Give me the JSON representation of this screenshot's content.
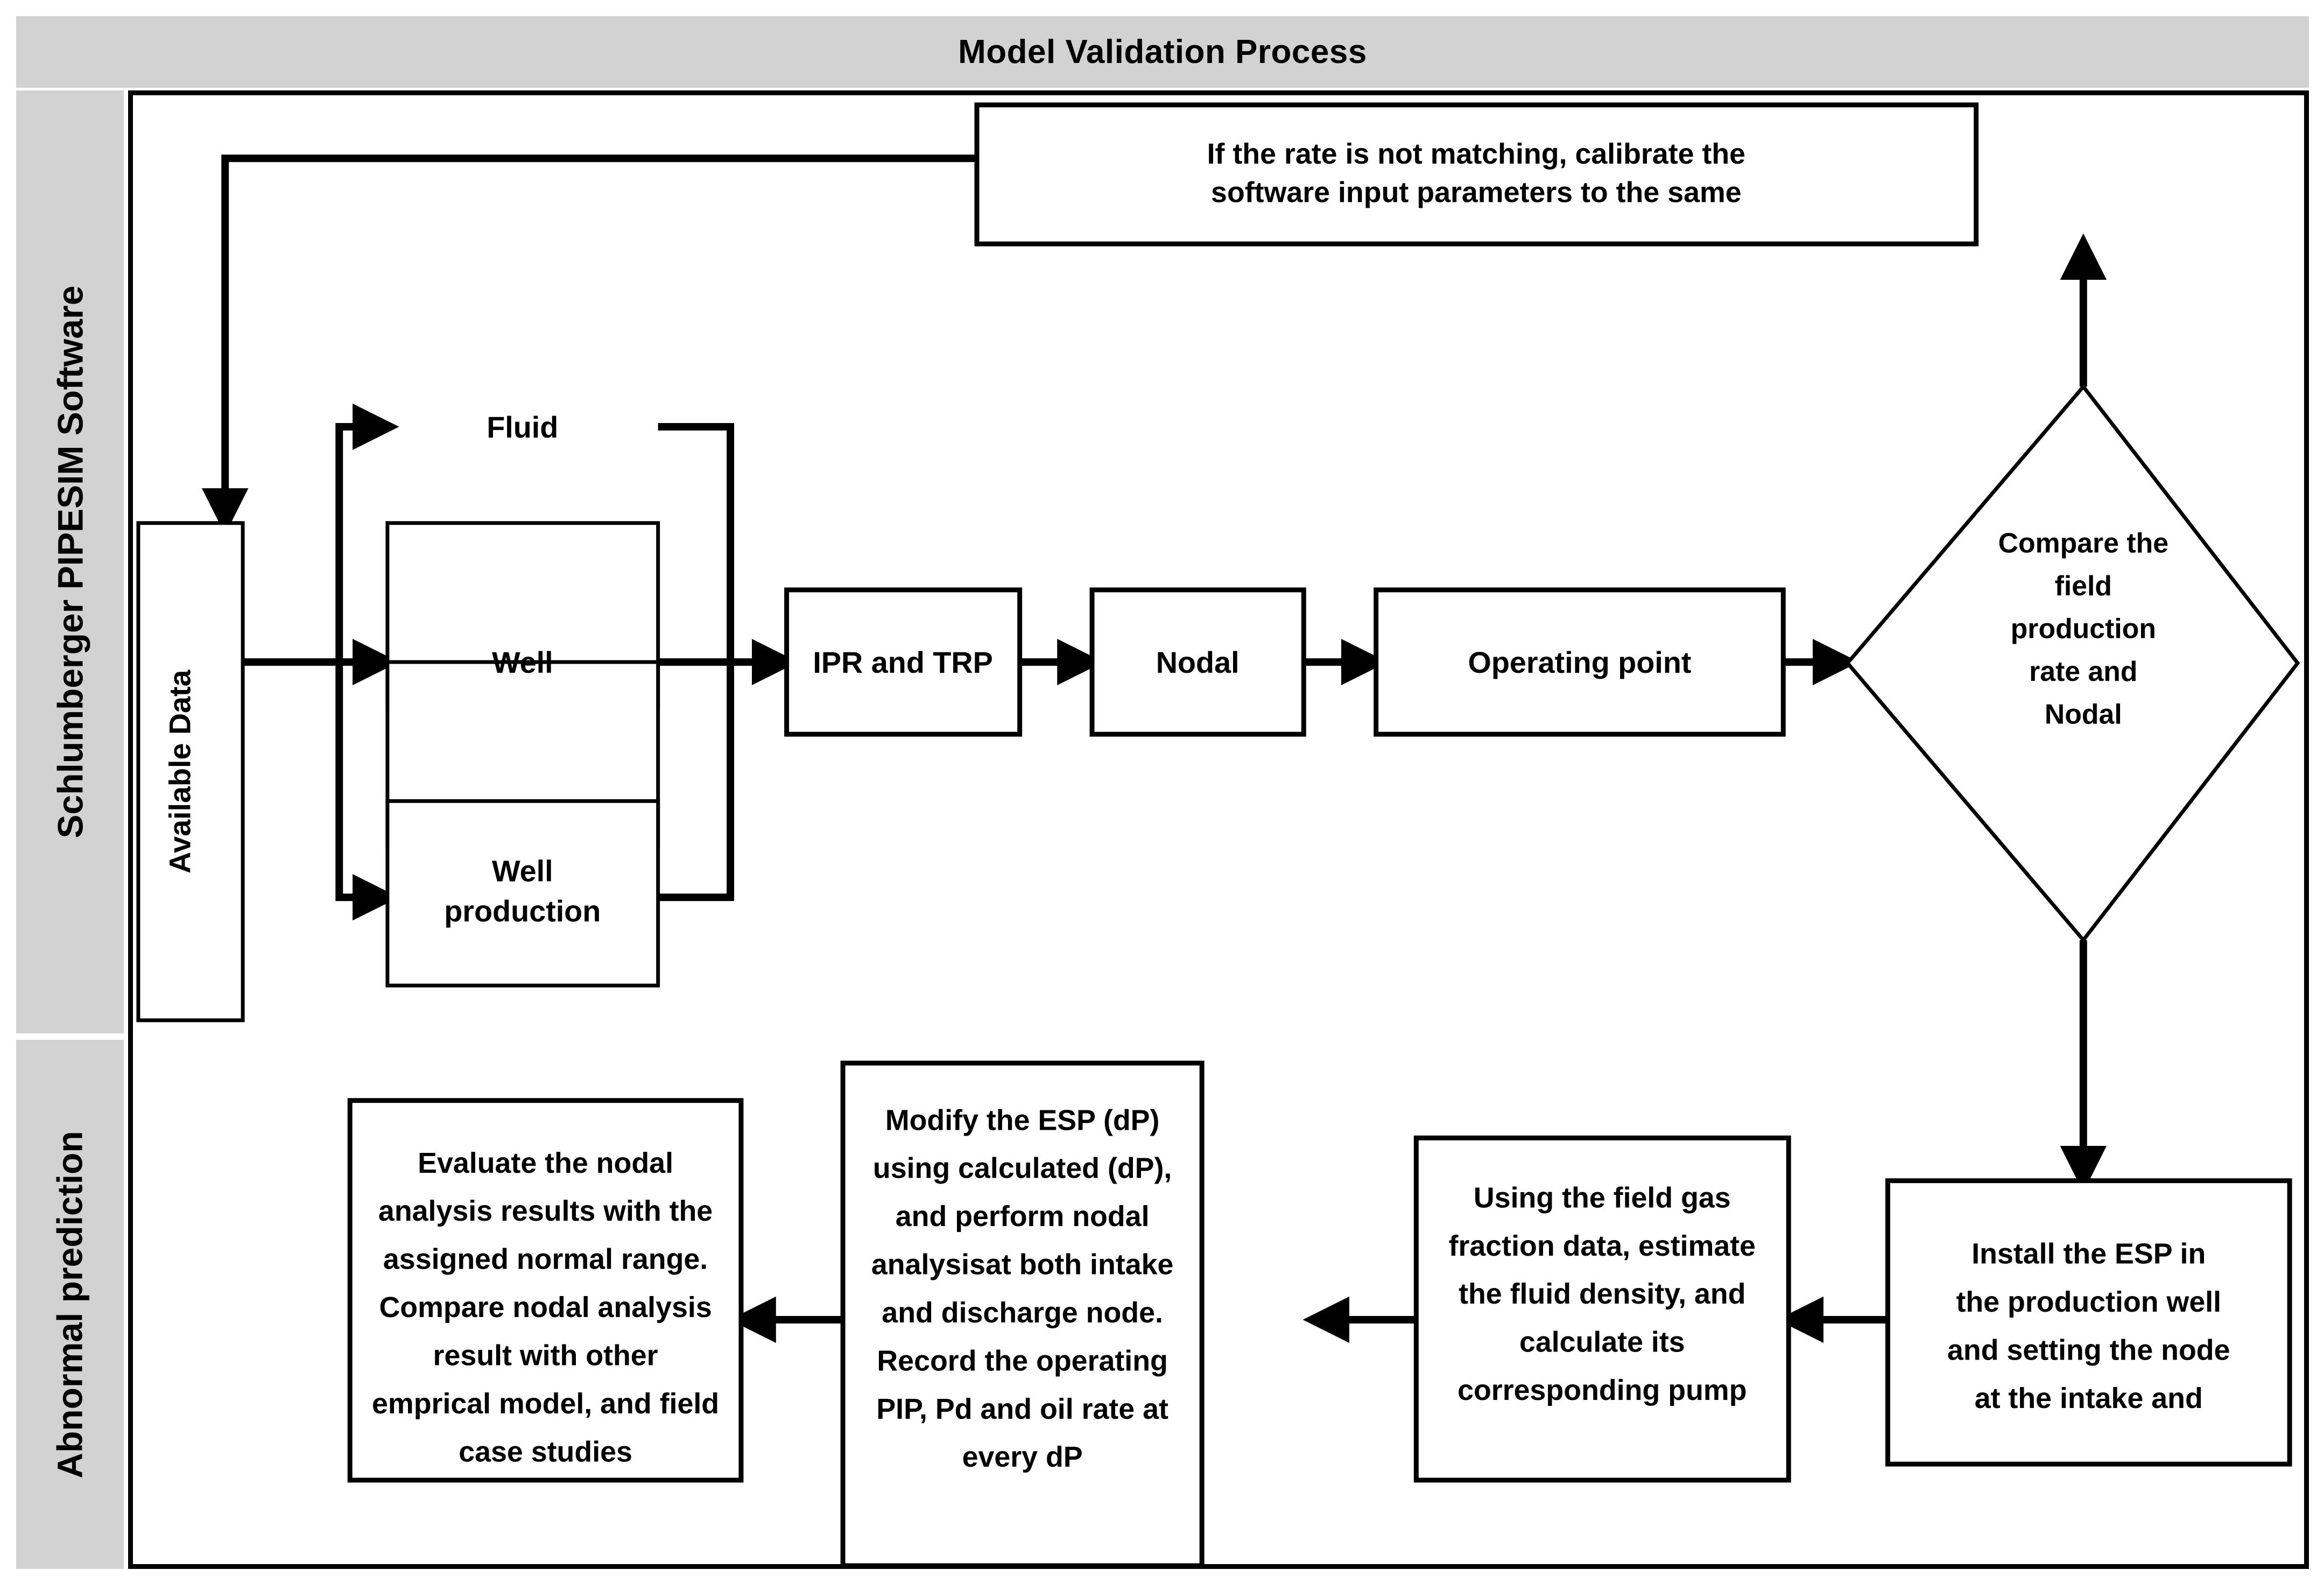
{
  "header": {
    "title": "Model Validation Process"
  },
  "lanes": [
    {
      "label": "Schlumberger PIPESIM Software"
    },
    {
      "label": "Abnormal prediction"
    }
  ],
  "nodes": {
    "available_data": {
      "label": "Available Data",
      "shape": "rect-vertical-text"
    },
    "fluid": {
      "label": "Fluid",
      "shape": "rect"
    },
    "well": {
      "label": "Well",
      "shape": "rect"
    },
    "well_production": {
      "lines": [
        "Well",
        "production"
      ],
      "shape": "rect"
    },
    "ipr_trp": {
      "label": "IPR and TRP",
      "shape": "rect"
    },
    "nodal": {
      "label": "Nodal",
      "shape": "rect"
    },
    "operating_point": {
      "label": "Operating point",
      "shape": "rect"
    },
    "compare": {
      "lines": [
        "Compare the",
        "field",
        "production",
        "rate and",
        "Nodal"
      ],
      "shape": "diamond"
    },
    "calibrate_note": {
      "lines": [
        "If the rate is not matching, calibrate the",
        "software input parameters to the same"
      ],
      "shape": "rect"
    },
    "install_esp": {
      "lines": [
        "Install the ESP in",
        "the production well",
        "and setting the node",
        "at the intake and"
      ],
      "shape": "rect"
    },
    "gas_fraction": {
      "lines": [
        "Using the field gas",
        "fraction data, estimate",
        "the fluid density, and",
        "calculate its",
        "corresponding pump"
      ],
      "shape": "rect"
    },
    "modify_esp": {
      "lines": [
        "Modify the ESP (dP)",
        "using calculated (dP),",
        "and perform nodal",
        "analysisat both intake",
        "and discharge node.",
        "Record the operating",
        "PIP, Pd and oil rate at",
        "every dP"
      ],
      "shape": "rect"
    },
    "evaluate": {
      "lines": [
        "Evaluate the nodal",
        "analysis results with the",
        "assigned normal range.",
        "Compare nodal analysis",
        "result with other",
        "emprical model, and field",
        "case studies"
      ],
      "shape": "rect"
    }
  },
  "colors": {
    "band_gray": "#d2d2d2",
    "line_black": "#000000",
    "canvas_white": "#ffffff"
  }
}
